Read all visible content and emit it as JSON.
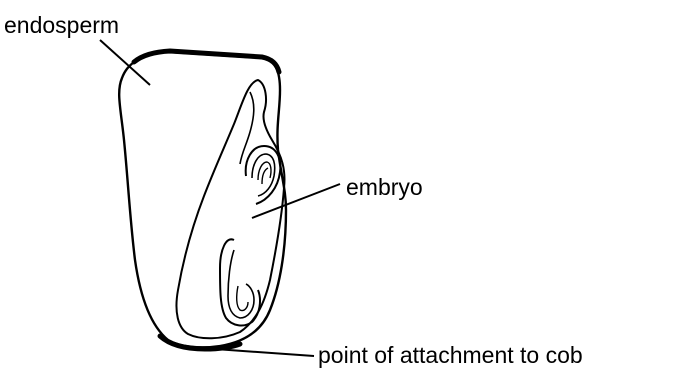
{
  "labels": {
    "endosperm": "endosperm",
    "embryo": "embryo",
    "attachment": "point of attachment to cob"
  },
  "colors": {
    "ink": "#000000",
    "background": "#ffffff"
  }
}
